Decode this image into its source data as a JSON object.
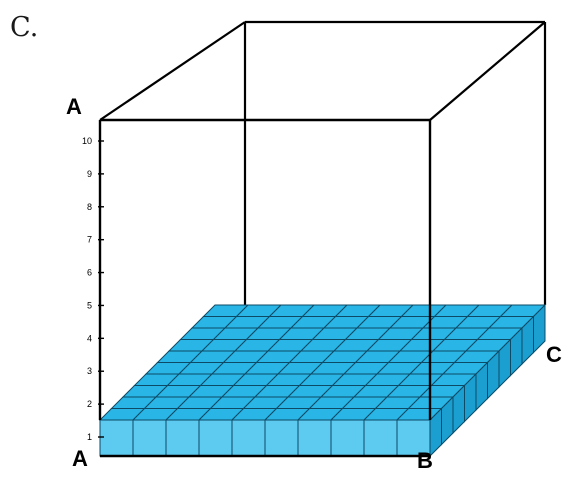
{
  "caption": "C.",
  "labels": {
    "top_left": "A",
    "bottom_left": "A",
    "bottom_right": "B",
    "right": "C"
  },
  "scale_ticks": [
    "1",
    "2",
    "3",
    "4",
    "5",
    "6",
    "7",
    "8",
    "9",
    "10"
  ],
  "colors": {
    "cube_top": "#29b6e6",
    "cube_front": "#5dcaf0",
    "cube_side": "#1a9fd0",
    "grid_line": "#0d4a66",
    "outline": "#000000"
  },
  "base_layer": {
    "columns": 10,
    "rows": 10,
    "height_units": 1
  }
}
